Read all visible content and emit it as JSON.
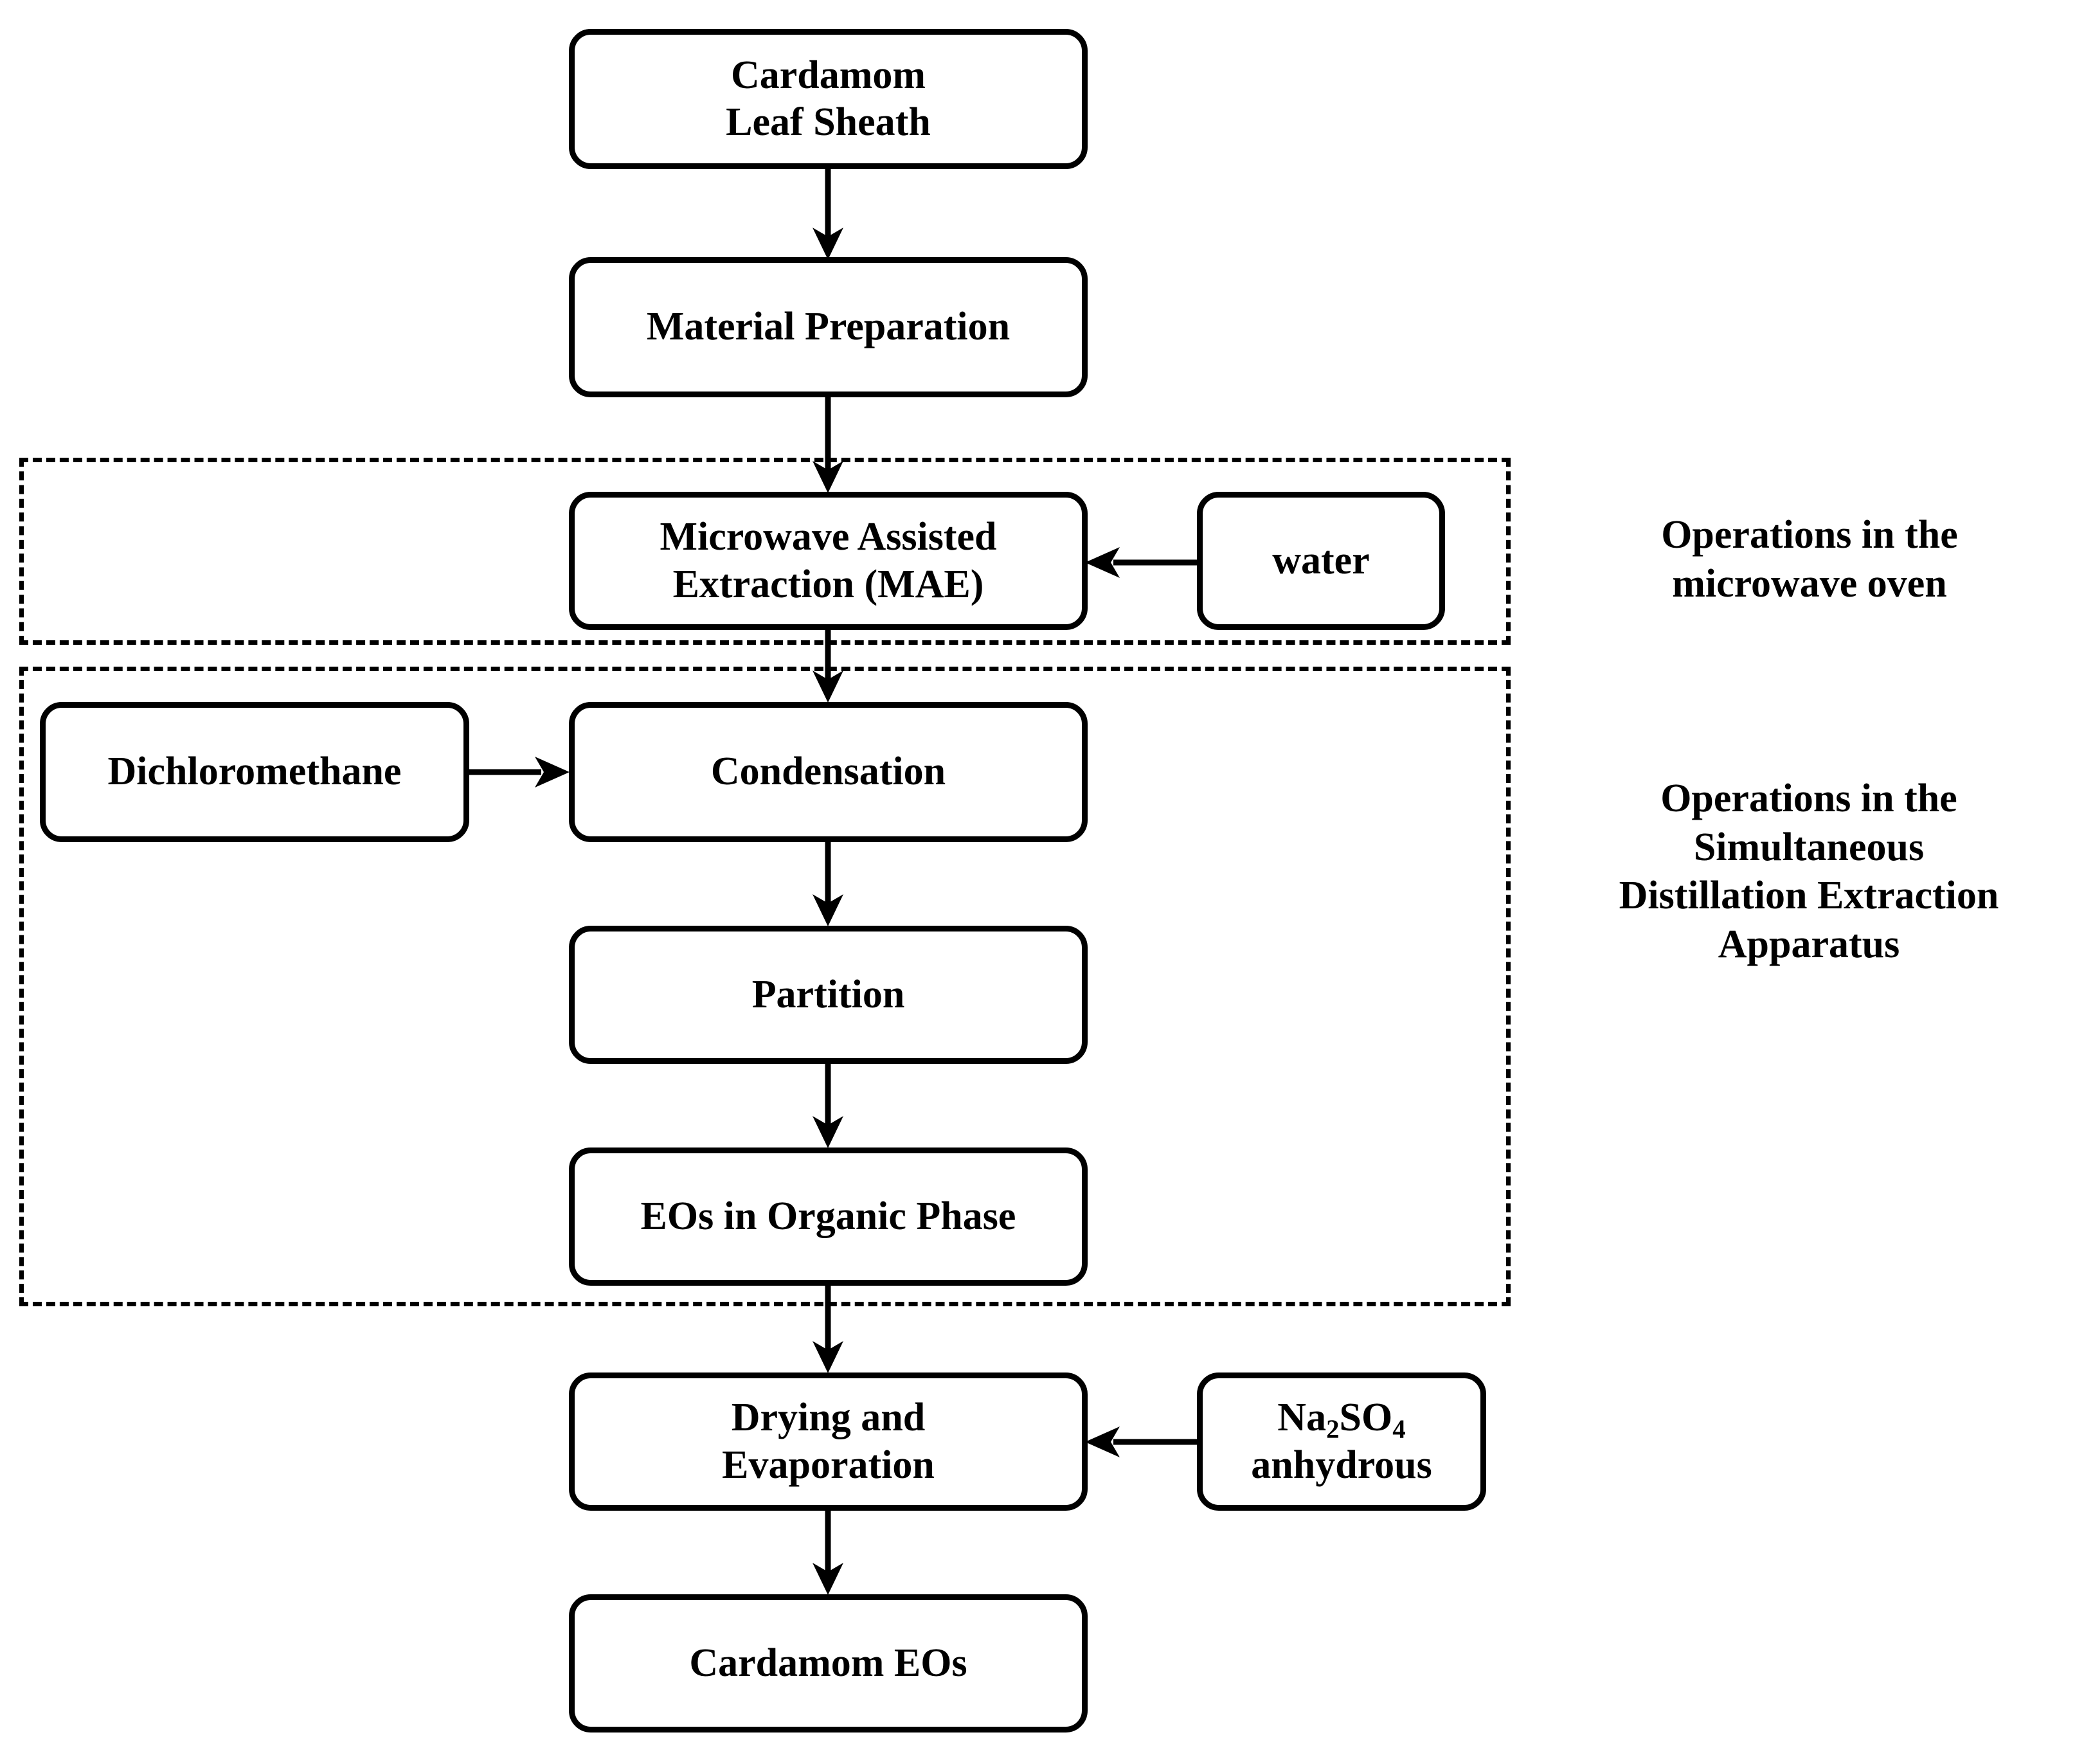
{
  "diagram": {
    "title": "Cardamom essential oil extraction flowchart",
    "stroke_color": "#000000",
    "background_color": "#ffffff",
    "nodes": [
      {
        "id": "cardamom-leaf-sheath",
        "lines": [
          "Cardamom",
          "Leaf Sheath"
        ]
      },
      {
        "id": "material-preparation",
        "lines": [
          "Material Preparation"
        ]
      },
      {
        "id": "microwave-assisted-extraction",
        "lines": [
          "Microwave Assisted",
          "Extraction (MAE)"
        ]
      },
      {
        "id": "water",
        "lines": [
          "water"
        ]
      },
      {
        "id": "dichloromethane",
        "lines": [
          "Dichloromethane"
        ]
      },
      {
        "id": "condensation",
        "lines": [
          "Condensation"
        ]
      },
      {
        "id": "partition",
        "lines": [
          "Partition"
        ]
      },
      {
        "id": "eos-in-organic-phase",
        "lines": [
          "EOs in Organic Phase"
        ]
      },
      {
        "id": "drying-and-evaporation",
        "lines": [
          "Drying and",
          "Evaporation"
        ]
      },
      {
        "id": "sodium-sulfate-anhydrous",
        "lines": [
          "Na2SO4",
          "anhydrous"
        ],
        "formula": "Na₂SO₄"
      },
      {
        "id": "cardamom-eos",
        "lines": [
          "Cardamom EOs"
        ]
      }
    ],
    "node_labels": {
      "cardamom_leaf_sheath_line1": "Cardamom",
      "cardamom_leaf_sheath_line2": "Leaf Sheath",
      "material_preparation": "Material Preparation",
      "mae_line1": "Microwave Assisted",
      "mae_line2": "Extraction (MAE)",
      "water": "water",
      "dichloromethane": "Dichloromethane",
      "condensation": "Condensation",
      "partition": "Partition",
      "eos_in_organic_phase": "EOs in Organic Phase",
      "drying_line1": "Drying and",
      "drying_line2": "Evaporation",
      "na2so4_prefix": "Na",
      "na2so4_sub1": "2",
      "na2so4_mid": "SO",
      "na2so4_sub2": "4",
      "na2so4_line2": "anhydrous",
      "cardamom_eos": "Cardamom EOs"
    },
    "annotations": [
      {
        "id": "microwave-oven-annotation",
        "lines": [
          "Operations in the",
          "microwave oven"
        ]
      },
      {
        "id": "sde-apparatus-annotation",
        "lines": [
          "Operations in the",
          "Simultaneous",
          "Distillation Extraction",
          "Apparatus"
        ]
      }
    ],
    "annotation_labels": {
      "microwave_line1": "Operations in the",
      "microwave_line2": "microwave oven",
      "sde_line1": "Operations in the",
      "sde_line2": "Simultaneous",
      "sde_line3": "Distillation Extraction",
      "sde_line4": "Apparatus"
    },
    "regions": [
      {
        "id": "microwave-oven-region",
        "style": "dashed",
        "caption": "Operations in the microwave oven"
      },
      {
        "id": "sde-apparatus-region",
        "style": "dashed",
        "caption": "Operations in the Simultaneous Distillation Extraction Apparatus"
      }
    ],
    "edges": [
      {
        "from": "cardamom-leaf-sheath",
        "to": "material-preparation",
        "direction": "down"
      },
      {
        "from": "material-preparation",
        "to": "microwave-assisted-extraction",
        "direction": "down"
      },
      {
        "from": "water",
        "to": "microwave-assisted-extraction",
        "direction": "left"
      },
      {
        "from": "microwave-assisted-extraction",
        "to": "condensation",
        "direction": "down"
      },
      {
        "from": "dichloromethane",
        "to": "condensation",
        "direction": "right"
      },
      {
        "from": "condensation",
        "to": "partition",
        "direction": "down"
      },
      {
        "from": "partition",
        "to": "eos-in-organic-phase",
        "direction": "down"
      },
      {
        "from": "eos-in-organic-phase",
        "to": "drying-and-evaporation",
        "direction": "down"
      },
      {
        "from": "sodium-sulfate-anhydrous",
        "to": "drying-and-evaporation",
        "direction": "left"
      },
      {
        "from": "drying-and-evaporation",
        "to": "cardamom-eos",
        "direction": "down"
      }
    ]
  }
}
